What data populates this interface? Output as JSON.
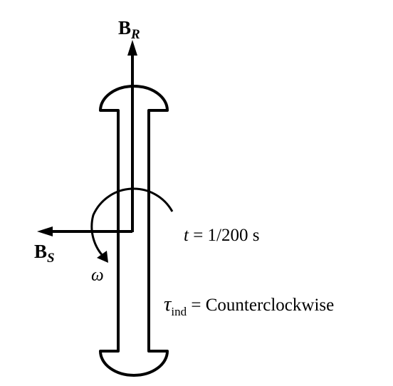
{
  "diagram": {
    "vector_br": {
      "main": "B",
      "sub": "R"
    },
    "vector_bs": {
      "main": "B",
      "sub": "S"
    },
    "omega": "ω",
    "time_label": {
      "var": "t",
      "rest": " = 1/200 s"
    },
    "torque_label": {
      "symbol": "τ",
      "sub": "ind",
      "rest": " = Counterclockwise"
    }
  }
}
